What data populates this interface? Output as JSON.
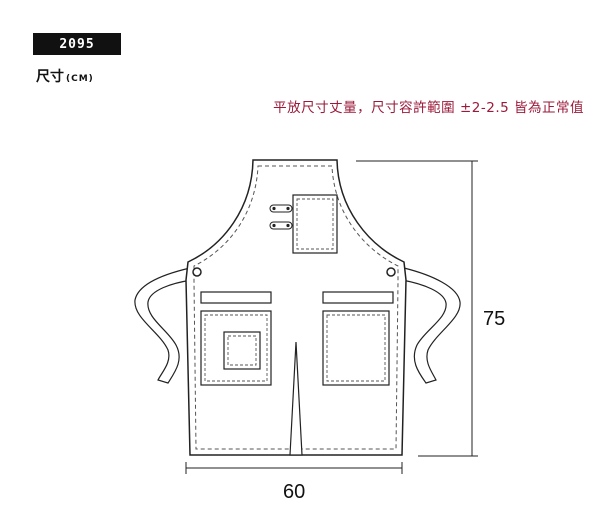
{
  "header": {
    "code": "2095",
    "size_label": "尺寸",
    "size_unit": "(CM)"
  },
  "note": "平放尺寸丈量，尺寸容許範圍 ±2-2.5 皆為正常值",
  "dimensions": {
    "height": "75",
    "width": "60"
  }
}
